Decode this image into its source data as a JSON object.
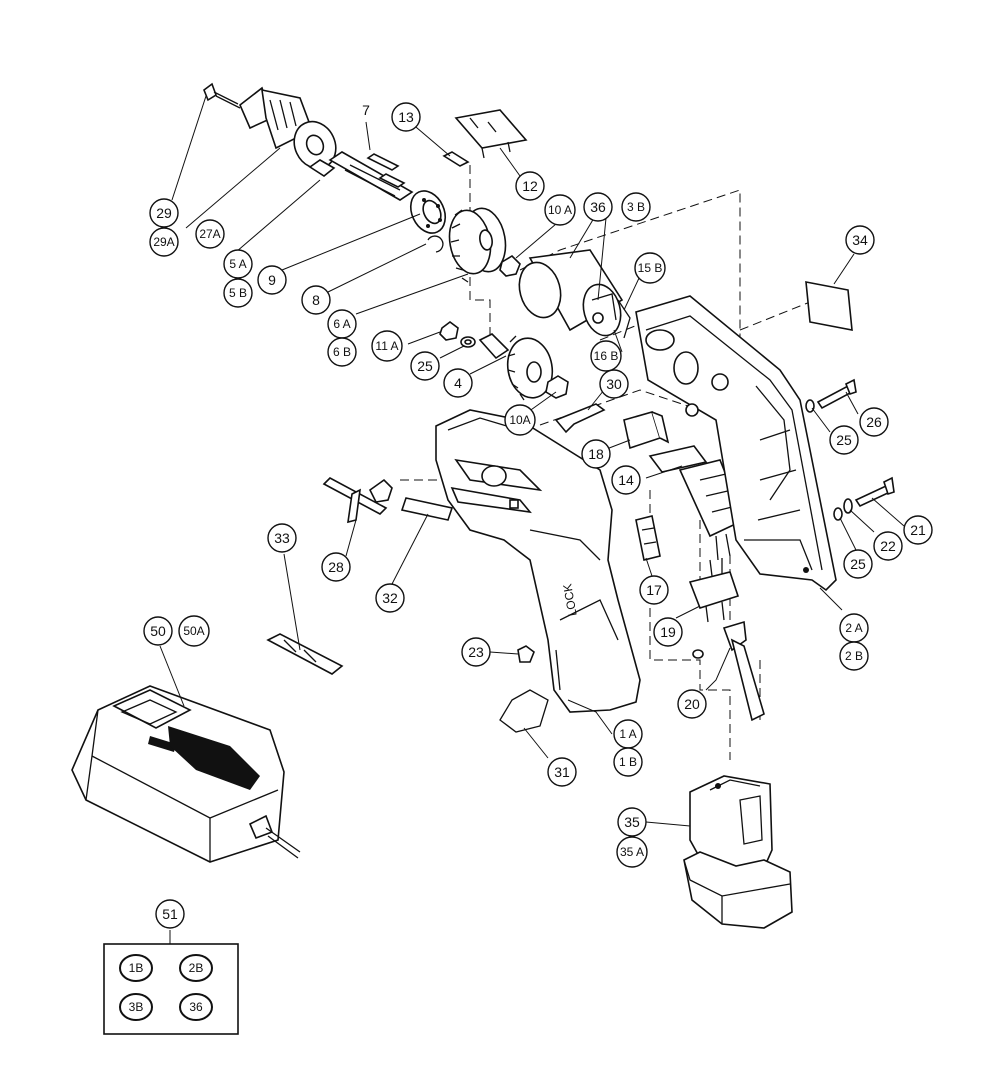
{
  "callouts": [
    {
      "id": "c29",
      "text": "29"
    },
    {
      "id": "c29a",
      "text": "29A"
    },
    {
      "id": "c27a",
      "text": "27A"
    },
    {
      "id": "c5a",
      "text": "5 A"
    },
    {
      "id": "c5b",
      "text": "5 B"
    },
    {
      "id": "c9",
      "text": "9"
    },
    {
      "id": "c8",
      "text": "8"
    },
    {
      "id": "c6a",
      "text": "6 A"
    },
    {
      "id": "c6b",
      "text": "6 B"
    },
    {
      "id": "c7",
      "text": "7"
    },
    {
      "id": "c13",
      "text": "13"
    },
    {
      "id": "c12",
      "text": "12"
    },
    {
      "id": "c10a_top",
      "text": "10 A"
    },
    {
      "id": "c36",
      "text": "36"
    },
    {
      "id": "c3b",
      "text": "3 B"
    },
    {
      "id": "c15b",
      "text": "15 B"
    },
    {
      "id": "c34",
      "text": "34"
    },
    {
      "id": "c11a",
      "text": "11 A"
    },
    {
      "id": "c25a",
      "text": "25"
    },
    {
      "id": "c4",
      "text": "4"
    },
    {
      "id": "c16b",
      "text": "16 B"
    },
    {
      "id": "c10a_bot",
      "text": "10A"
    },
    {
      "id": "c30",
      "text": "30"
    },
    {
      "id": "c18",
      "text": "18"
    },
    {
      "id": "c14",
      "text": "14"
    },
    {
      "id": "c26",
      "text": "26"
    },
    {
      "id": "c25b",
      "text": "25"
    },
    {
      "id": "c21",
      "text": "21"
    },
    {
      "id": "c22",
      "text": "22"
    },
    {
      "id": "c25c",
      "text": "25"
    },
    {
      "id": "c17",
      "text": "17"
    },
    {
      "id": "c28",
      "text": "28"
    },
    {
      "id": "c32",
      "text": "32"
    },
    {
      "id": "c33",
      "text": "33"
    },
    {
      "id": "c19",
      "text": "19"
    },
    {
      "id": "c2a",
      "text": "2 A"
    },
    {
      "id": "c2b",
      "text": "2 B"
    },
    {
      "id": "c50",
      "text": "50"
    },
    {
      "id": "c50a",
      "text": "50A"
    },
    {
      "id": "c23",
      "text": "23"
    },
    {
      "id": "c20",
      "text": "20"
    },
    {
      "id": "c1a",
      "text": "1 A"
    },
    {
      "id": "c1b",
      "text": "1 B"
    },
    {
      "id": "c31",
      "text": "31"
    },
    {
      "id": "c35",
      "text": "35"
    },
    {
      "id": "c35a",
      "text": "35 A"
    },
    {
      "id": "c51",
      "text": "51"
    }
  ],
  "kit_51": {
    "items": [
      "1B",
      "2B",
      "3B",
      "36"
    ]
  },
  "housing_mark": "LOCK"
}
